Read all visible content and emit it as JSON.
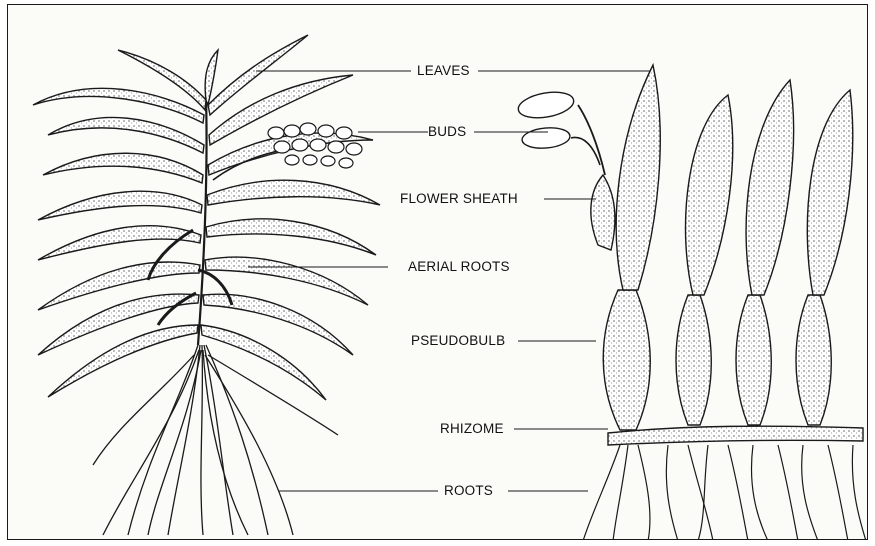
{
  "diagram": {
    "labels": {
      "leaves": "LEAVES",
      "buds": "BUDS",
      "flower_sheath": "FLOWER SHEATH",
      "aerial_roots": "AERIAL ROOTS",
      "pseudobulb": "PSEUDOBULB",
      "rhizome": "RHIZOME",
      "roots": "ROOTS"
    },
    "colors": {
      "ink": "#1a1a1a",
      "shade": "#b9b9b9"
    }
  }
}
